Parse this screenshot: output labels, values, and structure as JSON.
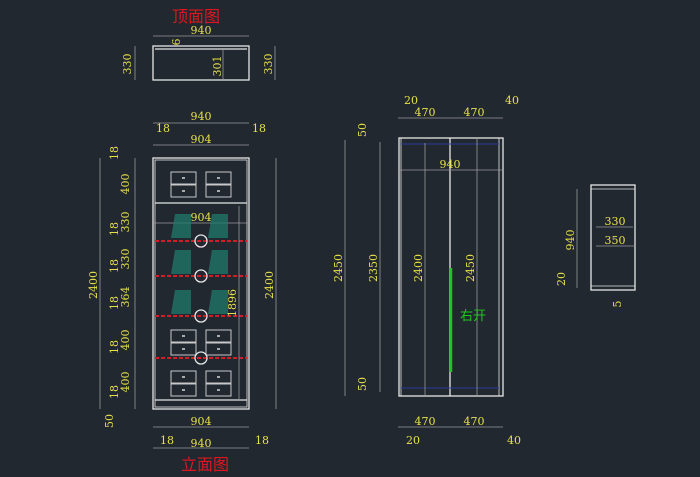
{
  "top_view": {
    "title": "顶面图",
    "width": "940",
    "gap": "9",
    "inner_depth": "301",
    "depth_left": "330",
    "depth_right": "330"
  },
  "front_view": {
    "title": "立面图",
    "top_width": "940",
    "top_side_left": "18",
    "top_side_right": "18",
    "top_inner": "904",
    "inner_width": "904",
    "left_chain": [
      "18",
      "400",
      "18",
      "330",
      "18",
      "330",
      "18",
      "364",
      "18",
      "400",
      "18",
      "400",
      "50"
    ],
    "height_left": "2400",
    "height_right": "2400",
    "inner_height": "1896",
    "bottom_inner": "904",
    "bottom_width": "940",
    "bottom_side_left": "18",
    "bottom_side_right": "18"
  },
  "side_view": {
    "top_left_gap": "20",
    "top_left_door": "470",
    "top_right_door": "470",
    "top_right_gap": "40",
    "width": "940",
    "top_offset": "50",
    "bottom_offset": "50",
    "height_outer": "2450",
    "height_door": "2350",
    "height_a": "2400",
    "height_b": "2450",
    "door_note": "右开",
    "bottom_left_door": "470",
    "bottom_right_door": "470",
    "bottom_left_gap": "20",
    "bottom_right_gap": "40"
  },
  "section_view": {
    "height": "940",
    "depth_a": "330",
    "depth_b": "350",
    "bottom_gap": "20",
    "offset": "5"
  },
  "colors": {
    "background": "#212830",
    "dimension": "#e8e04a",
    "title": "#e0161e",
    "note": "#22c422"
  }
}
